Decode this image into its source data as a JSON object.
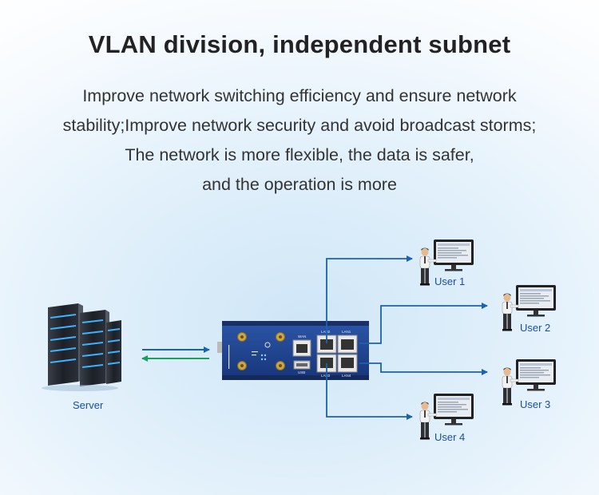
{
  "title": "VLAN division, independent subnet",
  "description": [
    "Improve network switching efficiency and ensure network",
    "stability;Improve network security and avoid broadcast storms;",
    "The network is more flexible, the data is safer,",
    "and the operation is more"
  ],
  "server": {
    "label": "Server",
    "icon": "server-rack-icon"
  },
  "router": {
    "icon": "router-icon",
    "port_labels": {
      "wan": "WAN",
      "lan2": "LAN2",
      "lan1": "LAN1",
      "lan3": "LAN3",
      "lan4": "LAN4",
      "usb": "USB"
    }
  },
  "users": [
    {
      "label": "User 1",
      "icon": "user-workstation-icon"
    },
    {
      "label": "User 2",
      "icon": "user-workstation-icon"
    },
    {
      "label": "User 3",
      "icon": "user-workstation-icon"
    },
    {
      "label": "User 4",
      "icon": "user-workstation-icon"
    }
  ],
  "colors": {
    "line": "#1a63b0",
    "arrow_to_router": "#1a63b0",
    "arrow_to_server": "#1aa05a",
    "router_body": "#1f3f86",
    "label_text": "#1a4fa0"
  }
}
